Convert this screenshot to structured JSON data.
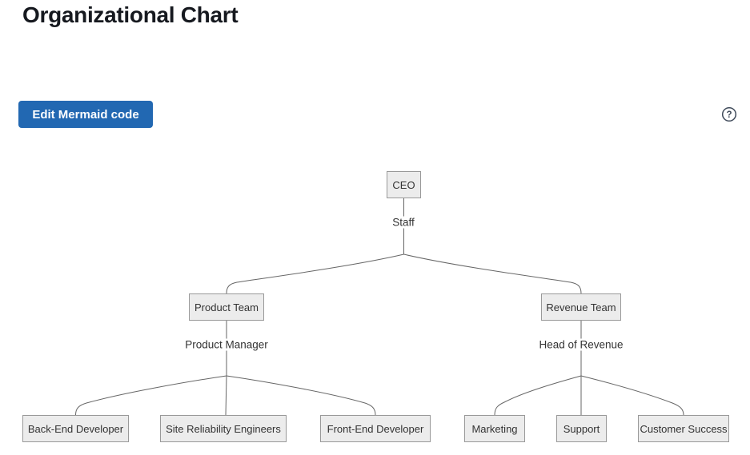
{
  "page": {
    "title": "Organizational Chart"
  },
  "toolbar": {
    "edit_button_label": "Edit Mermaid code",
    "help_icon": "question-mark-circle-icon"
  },
  "diagram": {
    "type": "org-chart-flowchart",
    "nodes": [
      {
        "id": "ceo",
        "label": "CEO"
      },
      {
        "id": "product-team",
        "label": "Product Team"
      },
      {
        "id": "revenue-team",
        "label": "Revenue Team"
      },
      {
        "id": "back-end-developer",
        "label": "Back-End Developer"
      },
      {
        "id": "site-reliability-engineers",
        "label": "Site Reliability Engineers"
      },
      {
        "id": "front-end-developer",
        "label": "Front-End Developer"
      },
      {
        "id": "marketing",
        "label": "Marketing"
      },
      {
        "id": "support",
        "label": "Support"
      },
      {
        "id": "customer-success",
        "label": "Customer Success"
      }
    ],
    "edges": [
      {
        "from": "ceo",
        "label": "Staff",
        "to": [
          "product-team",
          "revenue-team"
        ]
      },
      {
        "from": "product-team",
        "label": "Product Manager",
        "to": [
          "back-end-developer",
          "site-reliability-engineers",
          "front-end-developer"
        ]
      },
      {
        "from": "revenue-team",
        "label": "Head of Revenue",
        "to": [
          "marketing",
          "support",
          "customer-success"
        ]
      }
    ],
    "colors": {
      "node_fill": "#ececec",
      "node_border": "#999999",
      "node_text": "#333333",
      "edge_line": "#666666",
      "edge_label_bg": "#ffffff",
      "button_bg": "#2268b2",
      "button_text": "#ffffff",
      "title_text": "#16191f",
      "help_icon": "#3f4a5a",
      "page_bg": "#ffffff"
    }
  }
}
